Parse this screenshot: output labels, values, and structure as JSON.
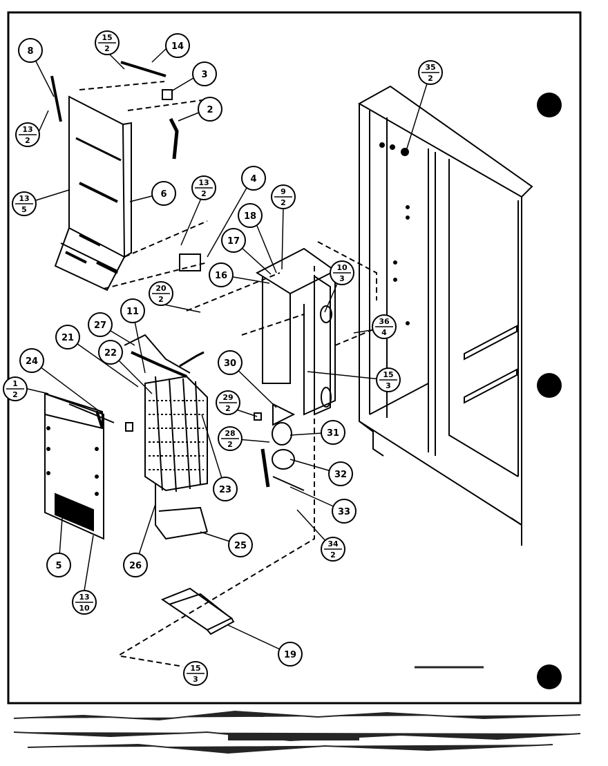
{
  "diagram": {
    "callouts": [
      {
        "id": "c8",
        "label": "8"
      },
      {
        "id": "c14",
        "label": "14"
      },
      {
        "id": "c3",
        "label": "3"
      },
      {
        "id": "c2",
        "label": "2"
      },
      {
        "id": "c6",
        "label": "6"
      },
      {
        "id": "c4",
        "label": "4"
      },
      {
        "id": "c18",
        "label": "18"
      },
      {
        "id": "c17",
        "label": "17"
      },
      {
        "id": "c16",
        "label": "16"
      },
      {
        "id": "c11",
        "label": "11"
      },
      {
        "id": "c27",
        "label": "27"
      },
      {
        "id": "c21",
        "label": "21"
      },
      {
        "id": "c22",
        "label": "22"
      },
      {
        "id": "c24",
        "label": "24"
      },
      {
        "id": "c30",
        "label": "30"
      },
      {
        "id": "c31",
        "label": "31"
      },
      {
        "id": "c32",
        "label": "32"
      },
      {
        "id": "c33",
        "label": "33"
      },
      {
        "id": "c23",
        "label": "23"
      },
      {
        "id": "c25",
        "label": "25"
      },
      {
        "id": "c26",
        "label": "26"
      },
      {
        "id": "c5",
        "label": "5"
      },
      {
        "id": "c19",
        "label": "19"
      }
    ],
    "fractions": [
      {
        "id": "f15_2",
        "num": "15",
        "den": "2"
      },
      {
        "id": "f13_2a",
        "num": "13",
        "den": "2"
      },
      {
        "id": "f13_5",
        "num": "13",
        "den": "5"
      },
      {
        "id": "f13_2b",
        "num": "13",
        "den": "2"
      },
      {
        "id": "f9_2",
        "num": "9",
        "den": "2"
      },
      {
        "id": "f20_2",
        "num": "20",
        "den": "2"
      },
      {
        "id": "f10_3",
        "num": "10",
        "den": "3"
      },
      {
        "id": "f35_2",
        "num": "35",
        "den": "2"
      },
      {
        "id": "f36_4",
        "num": "36",
        "den": "4"
      },
      {
        "id": "f15_3a",
        "num": "15",
        "den": "3"
      },
      {
        "id": "f1_2",
        "num": "1",
        "den": "2"
      },
      {
        "id": "f29_2",
        "num": "29",
        "den": "2"
      },
      {
        "id": "f28_2",
        "num": "28",
        "den": "2"
      },
      {
        "id": "f34_2",
        "num": "34",
        "den": "2"
      },
      {
        "id": "f13_10",
        "num": "13",
        "den": "10"
      },
      {
        "id": "f15_3b",
        "num": "15",
        "den": "3"
      }
    ]
  }
}
